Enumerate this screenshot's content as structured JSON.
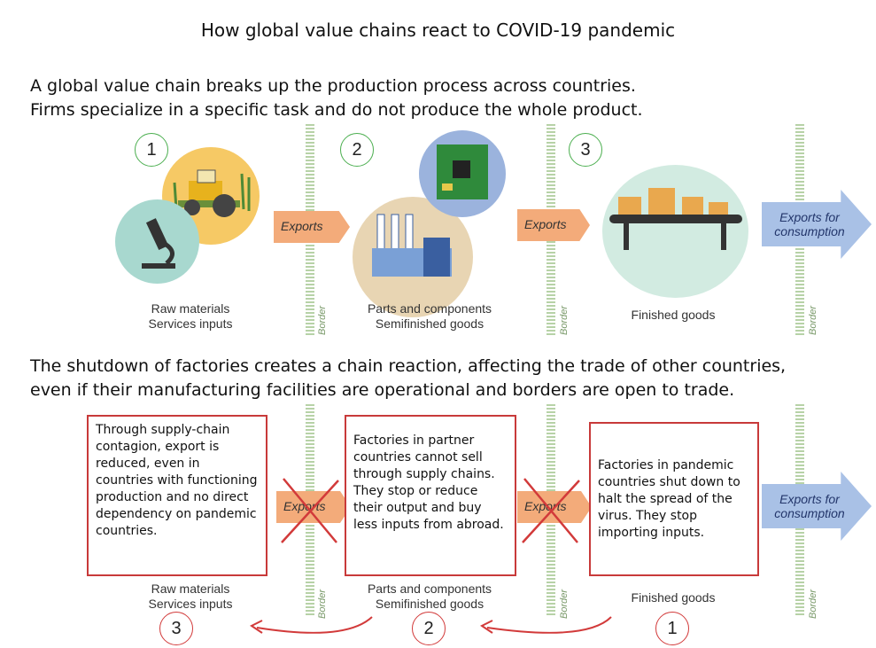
{
  "title": "How global value chains react to COVID-19 pandemic",
  "intro": {
    "line1": "A global value chain breaks up the production process across countries.",
    "line2": "Firms specialize in a specific task and do not produce the whole product."
  },
  "top": {
    "steps": [
      "1",
      "2",
      "3"
    ],
    "exports_label": "Exports",
    "exports_consumption_line1": "Exports for",
    "exports_consumption_line2": "consumption",
    "border_label": "Border",
    "raw_line1": "Raw materials",
    "raw_line2": "Services inputs",
    "parts_line1": "Parts and components",
    "parts_line2": "Semifinished goods",
    "finished": "Finished goods"
  },
  "middle": {
    "line1": "The shutdown of factories creates a chain reaction, affecting the trade of other countries,",
    "line2": "even if their manufacturing facilities are operational and borders are open to trade."
  },
  "bottom": {
    "box1": "Through supply-chain contagion, export is reduced, even in countries with functioning production and no direct dependency on pandemic countries.",
    "box2": "Factories in partner countries cannot sell through supply chains. They stop or reduce their output and buy less inputs from abroad.",
    "box3": "Factories in pandemic countries  shut down to halt the spread of the virus. They stop importing inputs.",
    "steps": [
      "3",
      "2",
      "1"
    ]
  },
  "colors": {
    "green_ring": "#4caf50",
    "red": "#c83a3a",
    "orange_arrow": "#f3ab7a",
    "blue_arrow": "#a9c1e6"
  }
}
